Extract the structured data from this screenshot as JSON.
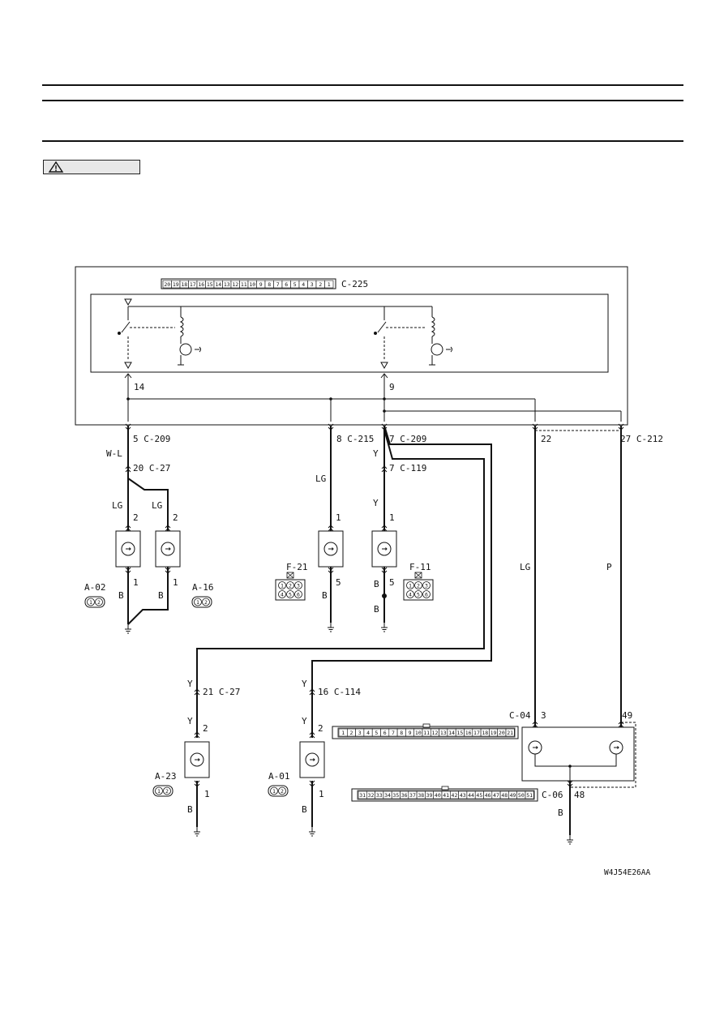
{
  "caution_badge": {
    "icon": "warning-triangle-icon"
  },
  "diagram_code": "W4J54E26AA",
  "wire_colors": {
    "w_l": "W-L",
    "lg": "LG",
    "y": "Y",
    "b": "B",
    "p": "P"
  },
  "relay_box": {
    "connector": "C-225",
    "connector_pins": [
      "20",
      "19",
      "18",
      "17",
      "16",
      "15",
      "14",
      "13",
      "12",
      "11",
      "10",
      "9",
      "8",
      "7",
      "6",
      "5",
      "4",
      "3",
      "2",
      "1"
    ],
    "terminal_left": "14",
    "terminal_right": "9"
  },
  "wire_labels": {
    "c209_left": "5  C-209",
    "c27_top": "20 C-27",
    "c215": "8  C-215",
    "c209_right": "7  C-209",
    "c119": "7  C-119",
    "c212_22": "22",
    "c212_27": "27 C-212",
    "c27_bottom": "21 C-27",
    "c114": "16 C-114"
  },
  "sensors": {
    "a02": {
      "name": "A-02",
      "pin_top": "2",
      "pin_bottom": "1"
    },
    "a16": {
      "name": "A-16",
      "pin_top": "2",
      "pin_bottom": "1"
    },
    "f21": {
      "name": "F-21",
      "pin_top": "1",
      "pin_bottom": "5"
    },
    "f11": {
      "name": "F-11",
      "pin_top": "1",
      "pin_bottom": "5"
    },
    "a23": {
      "name": "A-23",
      "pin_top": "2",
      "pin_bottom": "1"
    },
    "a01": {
      "name": "A-01",
      "pin_top": "2",
      "pin_bottom": "1"
    }
  },
  "connector_icons": {
    "two_pin": [
      "1",
      "2"
    ],
    "six_pin": [
      "1",
      "2",
      "3",
      "4",
      "5",
      "6"
    ]
  },
  "ecu": {
    "c04": "C-04",
    "c04_pin_left": "3",
    "c04_pin_right": "49",
    "c06": "C-06",
    "c06_pin": "48",
    "c04_pins": [
      "1",
      "2",
      "3",
      "4",
      "5",
      "6",
      "7",
      "8",
      "9",
      "10",
      "11",
      "12",
      "13",
      "14",
      "15",
      "16",
      "17",
      "18",
      "19",
      "20",
      "21"
    ],
    "c06_pins": [
      "31",
      "32",
      "33",
      "34",
      "35",
      "36",
      "37",
      "38",
      "39",
      "40",
      "41",
      "42",
      "43",
      "44",
      "45",
      "46",
      "47",
      "48",
      "49",
      "50",
      "51"
    ]
  }
}
